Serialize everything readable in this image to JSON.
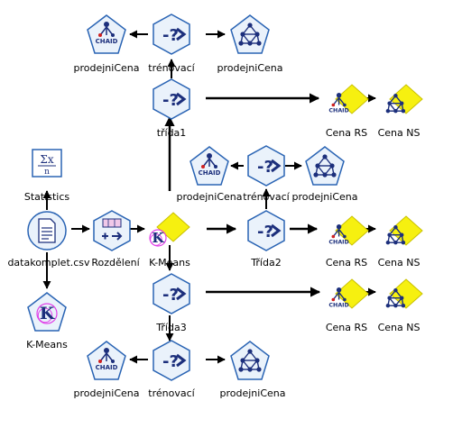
{
  "colors": {
    "pentagon_fill": "#eaf2fb",
    "pentagon_stroke": "#2a64b4",
    "hex_fill": "#eaf2fb",
    "hex_stroke": "#2a64b4",
    "model_nugget": "#f6f010",
    "icon_navy": "#1c2f7c",
    "kmeans_ring": "#e040e8",
    "arrow": "#000000"
  },
  "nodes": {
    "chaid_top": {
      "label": "prodejniCena",
      "icon": "chaid-icon"
    },
    "train_top": {
      "label": "trénovací",
      "icon": "type-node-icon"
    },
    "net_top": {
      "label": "prodejniCena",
      "icon": "neural-net-icon"
    },
    "trida1": {
      "label": "třída1",
      "icon": "type-node-icon"
    },
    "cena_rs_1": {
      "label": "Cena RS",
      "icon": "chaid-model-icon"
    },
    "cena_ns_1": {
      "label": "Cena NS",
      "icon": "neural-model-icon"
    },
    "statistics": {
      "label": "Statistics",
      "icon": "statistics-icon"
    },
    "chaid_mid": {
      "label": "prodejniCena",
      "icon": "chaid-icon"
    },
    "train_mid": {
      "label": "trénovací",
      "icon": "type-node-icon"
    },
    "net_mid": {
      "label": "prodejniCena",
      "icon": "neural-net-icon"
    },
    "source": {
      "label": "datakomplet.csv",
      "icon": "file-source-icon"
    },
    "partition": {
      "label": "Rozdělení",
      "icon": "partition-icon"
    },
    "kmeans_model": {
      "label": "K-Means",
      "icon": "kmeans-model-icon"
    },
    "trida2": {
      "label": "Třída2",
      "icon": "type-node-icon"
    },
    "cena_rs_2": {
      "label": "Cena RS",
      "icon": "chaid-model-icon"
    },
    "cena_ns_2": {
      "label": "Cena NS",
      "icon": "neural-model-icon"
    },
    "kmeans_build": {
      "label": "K-Means",
      "icon": "kmeans-icon"
    },
    "trida3": {
      "label": "Třída3",
      "icon": "type-node-icon"
    },
    "cena_rs_3": {
      "label": "Cena RS",
      "icon": "chaid-model-icon"
    },
    "cena_ns_3": {
      "label": "Cena NS",
      "icon": "neural-model-icon"
    },
    "chaid_bot": {
      "label": "prodejniCena",
      "icon": "chaid-icon"
    },
    "train_bot": {
      "label": "trénovací",
      "icon": "type-node-icon"
    },
    "net_bot": {
      "label": "prodejniCena",
      "icon": "neural-net-icon"
    }
  },
  "icon_text": {
    "chaid": "CHAID",
    "statistics_top": "Σx",
    "statistics_bottom": "n",
    "kmeans": "K"
  }
}
